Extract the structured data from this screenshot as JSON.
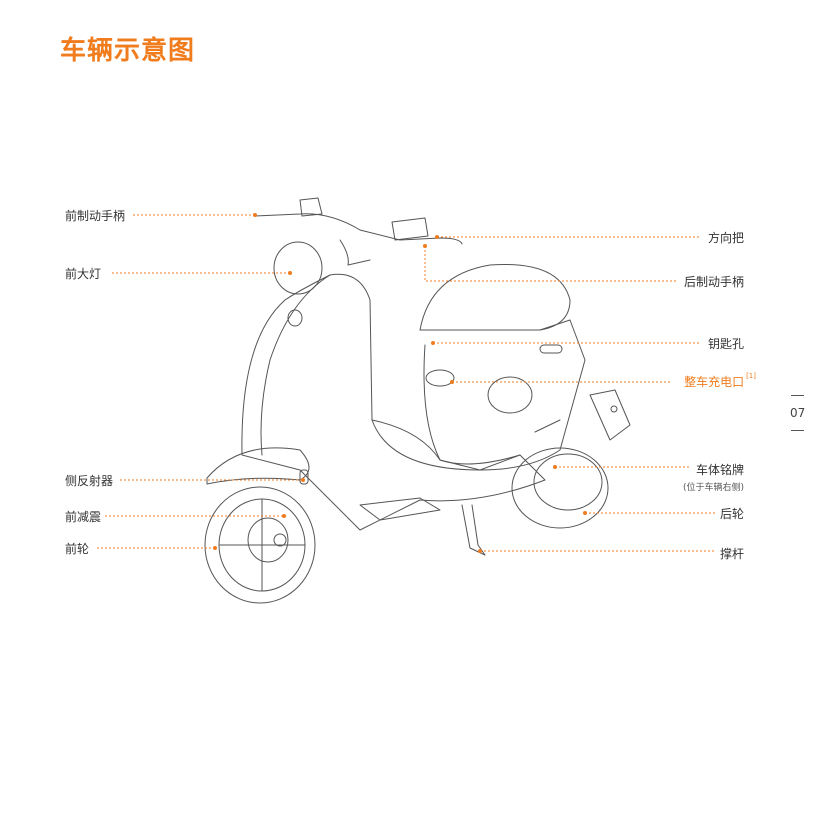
{
  "title": "车辆示意图",
  "page_number": "07",
  "colors": {
    "accent": "#f07c1e",
    "line": "#555555",
    "leader": "#f07c1e"
  },
  "labels": {
    "front_brake": "前制动手柄",
    "headlight": "前大灯",
    "reflector": "侧反射器",
    "front_shock": "前减震",
    "front_wheel": "前轮",
    "handlebar": "方向把",
    "rear_brake": "后制动手柄",
    "key_hole": "钥匙孔",
    "charging_port": "整车充电口",
    "charging_port_note": "[1]",
    "nameplate": "车体铭牌",
    "nameplate_note": "(位于车辆右侧)",
    "rear_wheel": "后轮",
    "kickstand": "撑杆"
  }
}
